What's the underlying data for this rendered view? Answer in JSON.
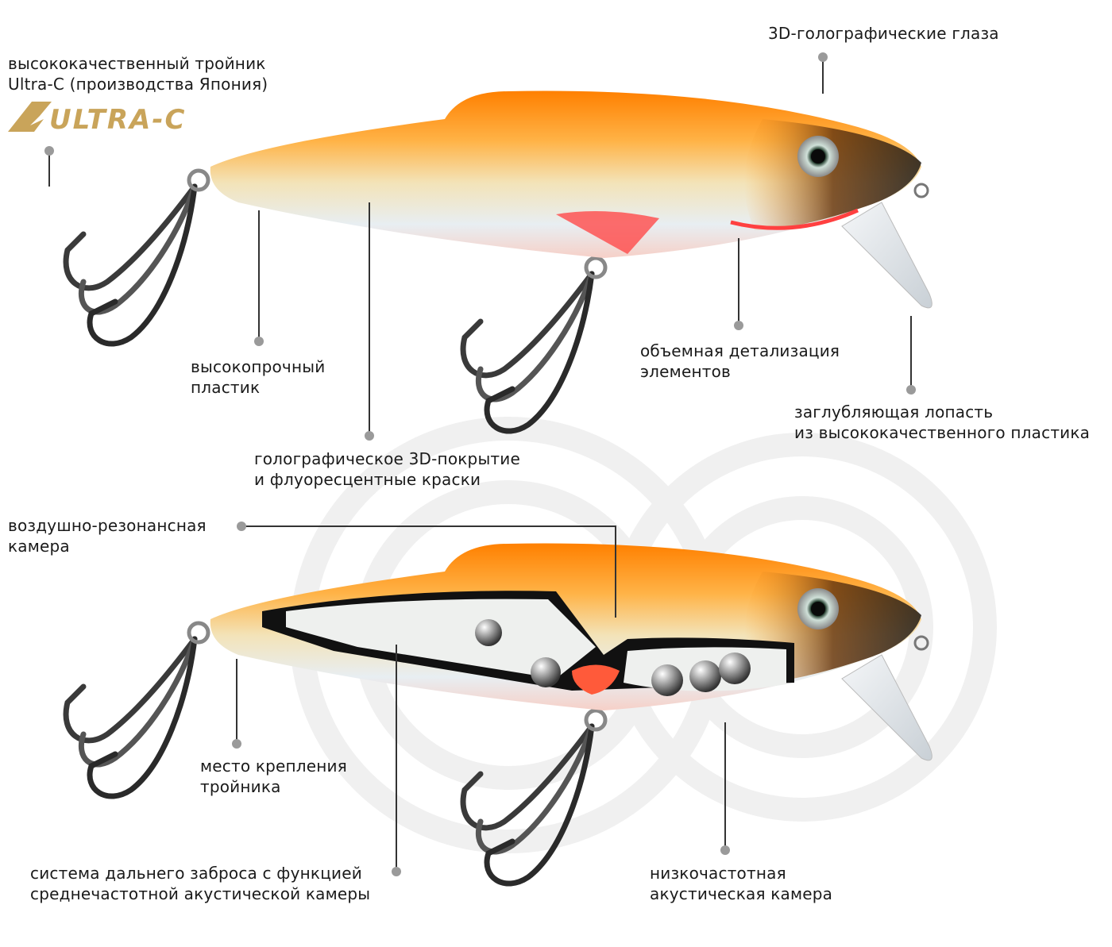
{
  "labels": {
    "eyes": {
      "line1": "3D-голографические глаза"
    },
    "hook": {
      "line1": "высококачественный тройник",
      "line2": "Ultra-C (производства Япония)"
    },
    "logo_text": "ULTRA-C",
    "plastic": {
      "line1": "высокопрочный",
      "line2": "пластик"
    },
    "coating": {
      "line1": "голографическое 3D-покрытие",
      "line2": "и флуоресцентные краски"
    },
    "detail": {
      "line1": "объемная детализация",
      "line2": "элементов"
    },
    "lip": {
      "line1": "заглубляющая лопасть",
      "line2": "из высококачественного пластика"
    },
    "air_chamber": {
      "line1": "воздушно-резонансная",
      "line2": "камера"
    },
    "hook_mount": {
      "line1": "место крепления",
      "line2": "тройника"
    },
    "casting": {
      "line1": "система дальнего заброса с функцией",
      "line2": "среднечастотной акустической камеры"
    },
    "low_freq": {
      "line1": "низкочастотная",
      "line2": "акустическая камера"
    }
  },
  "colors": {
    "orange": "#ff8a00",
    "gold": "#c9a45a",
    "leader": "#333333",
    "dot": "#9a9a9a"
  }
}
